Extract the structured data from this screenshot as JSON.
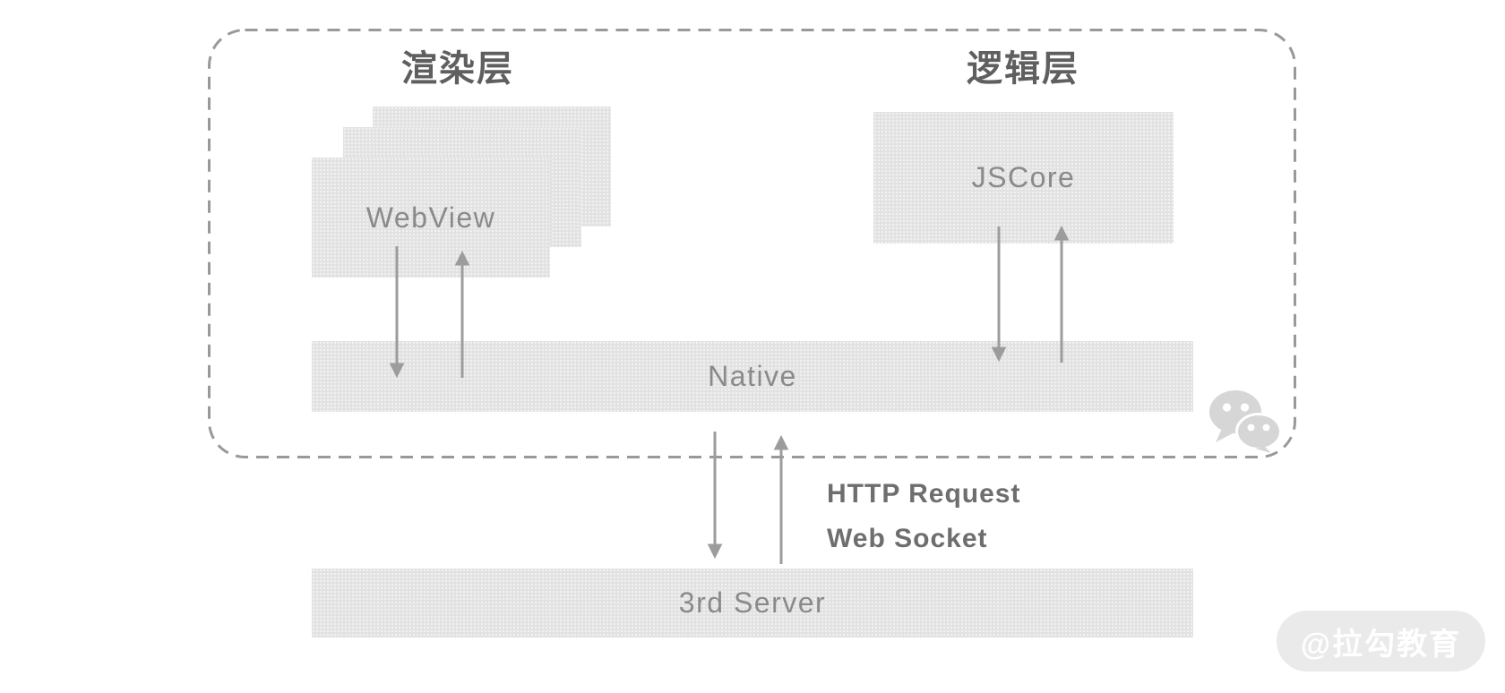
{
  "render_layer": {
    "title": "渲染层",
    "box_label": "WebView"
  },
  "logic_layer": {
    "title": "逻辑层",
    "box_label": "JSCore"
  },
  "native_bar": {
    "label": "Native"
  },
  "server_bar": {
    "label": "3rd Server"
  },
  "connection": {
    "line1": "HTTP Request",
    "line2": "Web Socket"
  },
  "watermark": {
    "text": "@拉勾教育"
  },
  "icons": {
    "wechat": "wechat-logo-icon"
  },
  "colors": {
    "box_fill": "#e2e2e2",
    "box_text": "#8a8a8a",
    "title_text": "#5f5f5f",
    "arrow": "#9c9c9c",
    "dashed_border": "#999999",
    "connection_text": "#6e6e6e",
    "watermark_bg": "#eaeaea",
    "watermark_text": "#ffffff",
    "wechat_icon": "#d6d6d6"
  }
}
